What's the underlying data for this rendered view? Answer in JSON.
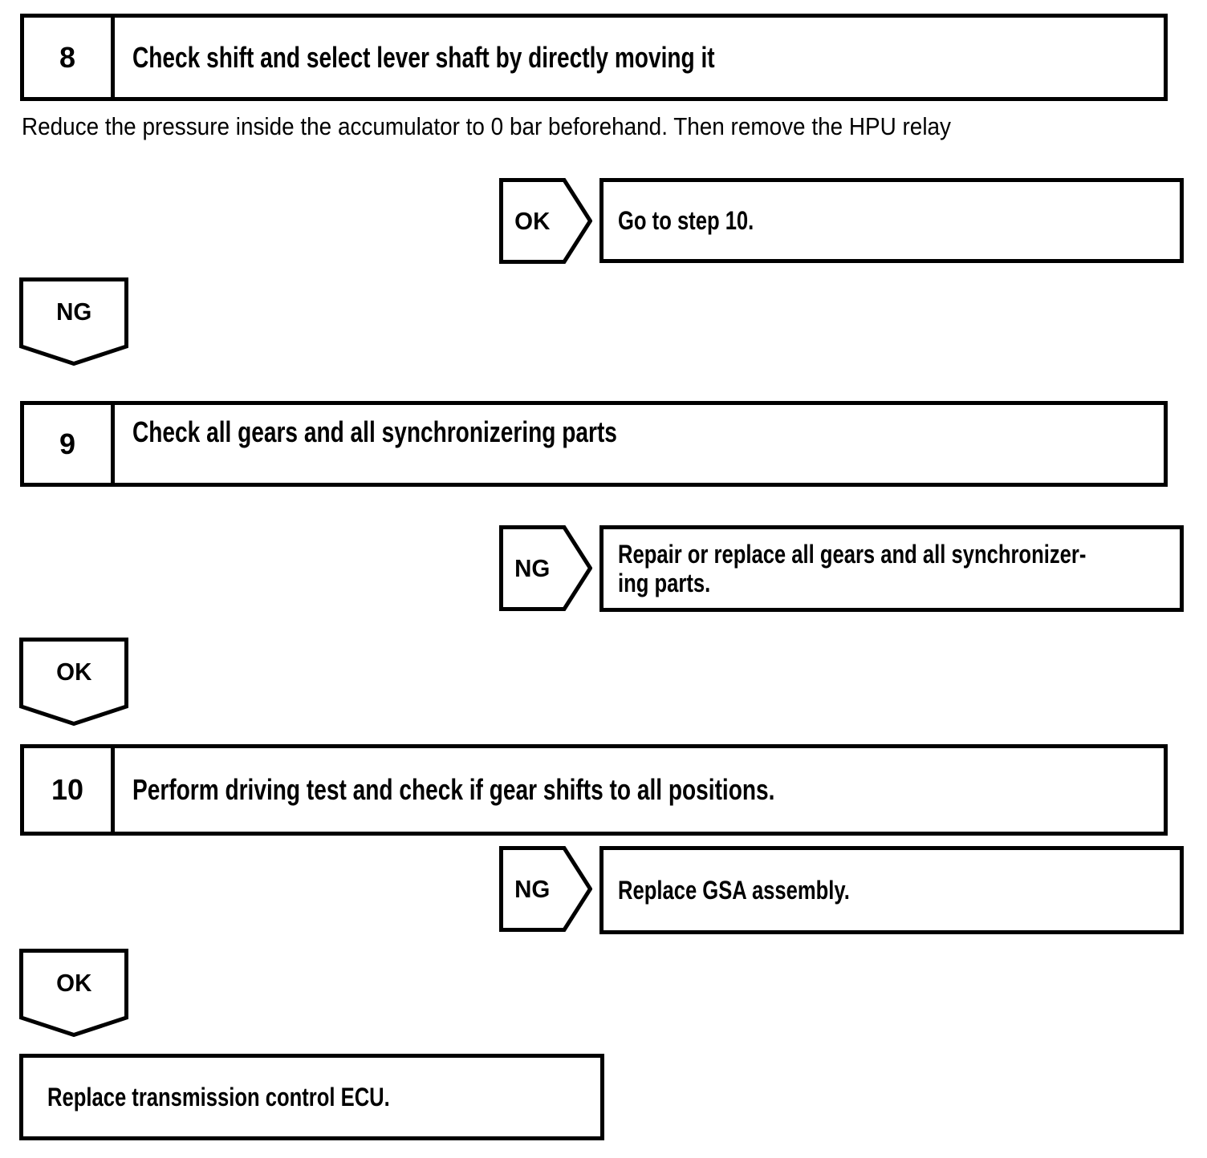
{
  "flowchart": {
    "colors": {
      "line": "#000000",
      "background": "#ffffff"
    },
    "step8": {
      "number": "8",
      "title": "Check shift and select lever shaft by directly moving it"
    },
    "note": "Reduce the pressure inside the accumulator to 0 bar beforehand. Then remove the HPU relay",
    "branch1": {
      "label": "OK",
      "action": "Go to step 10."
    },
    "connector1": {
      "label": "NG"
    },
    "step9": {
      "number": "9",
      "title": "Check all gears and all synchronizering parts"
    },
    "branch2": {
      "label": "NG",
      "action": "Repair or replace all gears and all synchronizer-\ning parts."
    },
    "connector2": {
      "label": "OK"
    },
    "step10": {
      "number": "10",
      "title": "Perform driving test and check if gear shifts to all positions."
    },
    "branch3": {
      "label": "NG",
      "action": "Replace GSA assembly."
    },
    "connector3": {
      "label": "OK"
    },
    "terminal": {
      "action": "Replace transmission control ECU."
    }
  }
}
